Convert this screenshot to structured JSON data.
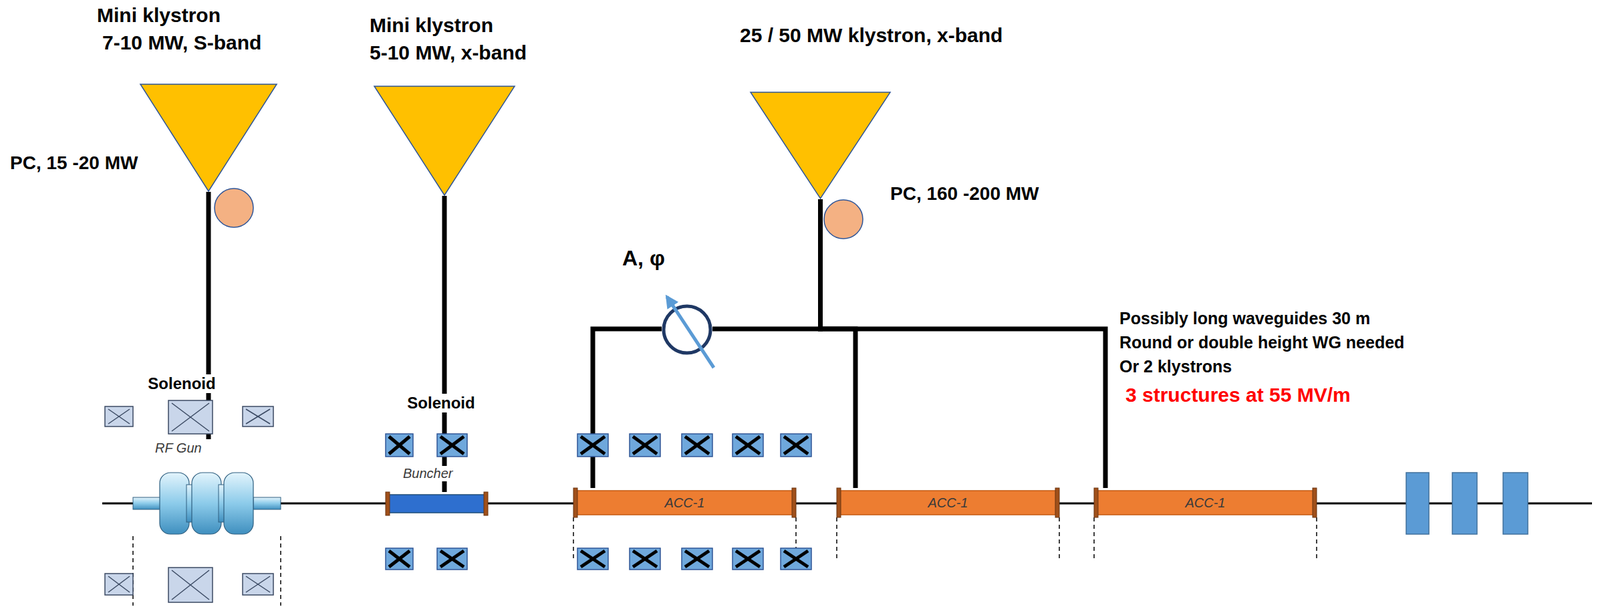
{
  "diagram": {
    "nodes": [
      {
        "text": [
          "Mini klystron",
          "7-10 MW, S-band"
        ]
      },
      {
        "text": [
          "PC, 15 -20 MW"
        ]
      },
      {
        "text": [
          "Mini klystron",
          "5-10 MW, x-band"
        ]
      },
      {
        "text": [
          "25 / 50 MW klystron, x-band"
        ]
      },
      {
        "text": [
          "PC, 160 -200 MW"
        ]
      },
      {
        "text": [
          "A, φ"
        ]
      },
      {
        "text": [
          "RF Gun"
        ]
      },
      {
        "text": [
          "Buncher"
        ]
      },
      {
        "text": [
          "ACC-1"
        ]
      },
      {
        "text": [
          "ACC-1"
        ]
      },
      {
        "text": [
          "ACC-1"
        ]
      }
    ],
    "edges": [
      {
        "from": 0,
        "to": 6,
        "arrow": "none"
      },
      {
        "from": 2,
        "to": 7,
        "arrow": "none"
      },
      {
        "from": 3,
        "to": 5,
        "arrow": "none"
      },
      {
        "from": 5,
        "to": 8,
        "arrow": "none"
      },
      {
        "from": 3,
        "to": 9,
        "arrow": "none"
      },
      {
        "from": 3,
        "to": 10,
        "arrow": "none"
      }
    ],
    "labels": [
      "Solenoid",
      "Solenoid",
      "Possibly long waveguides 30 m",
      "Round or double height WG needed",
      "Or 2 klystrons",
      "3 structures at 55 MV/m"
    ]
  }
}
